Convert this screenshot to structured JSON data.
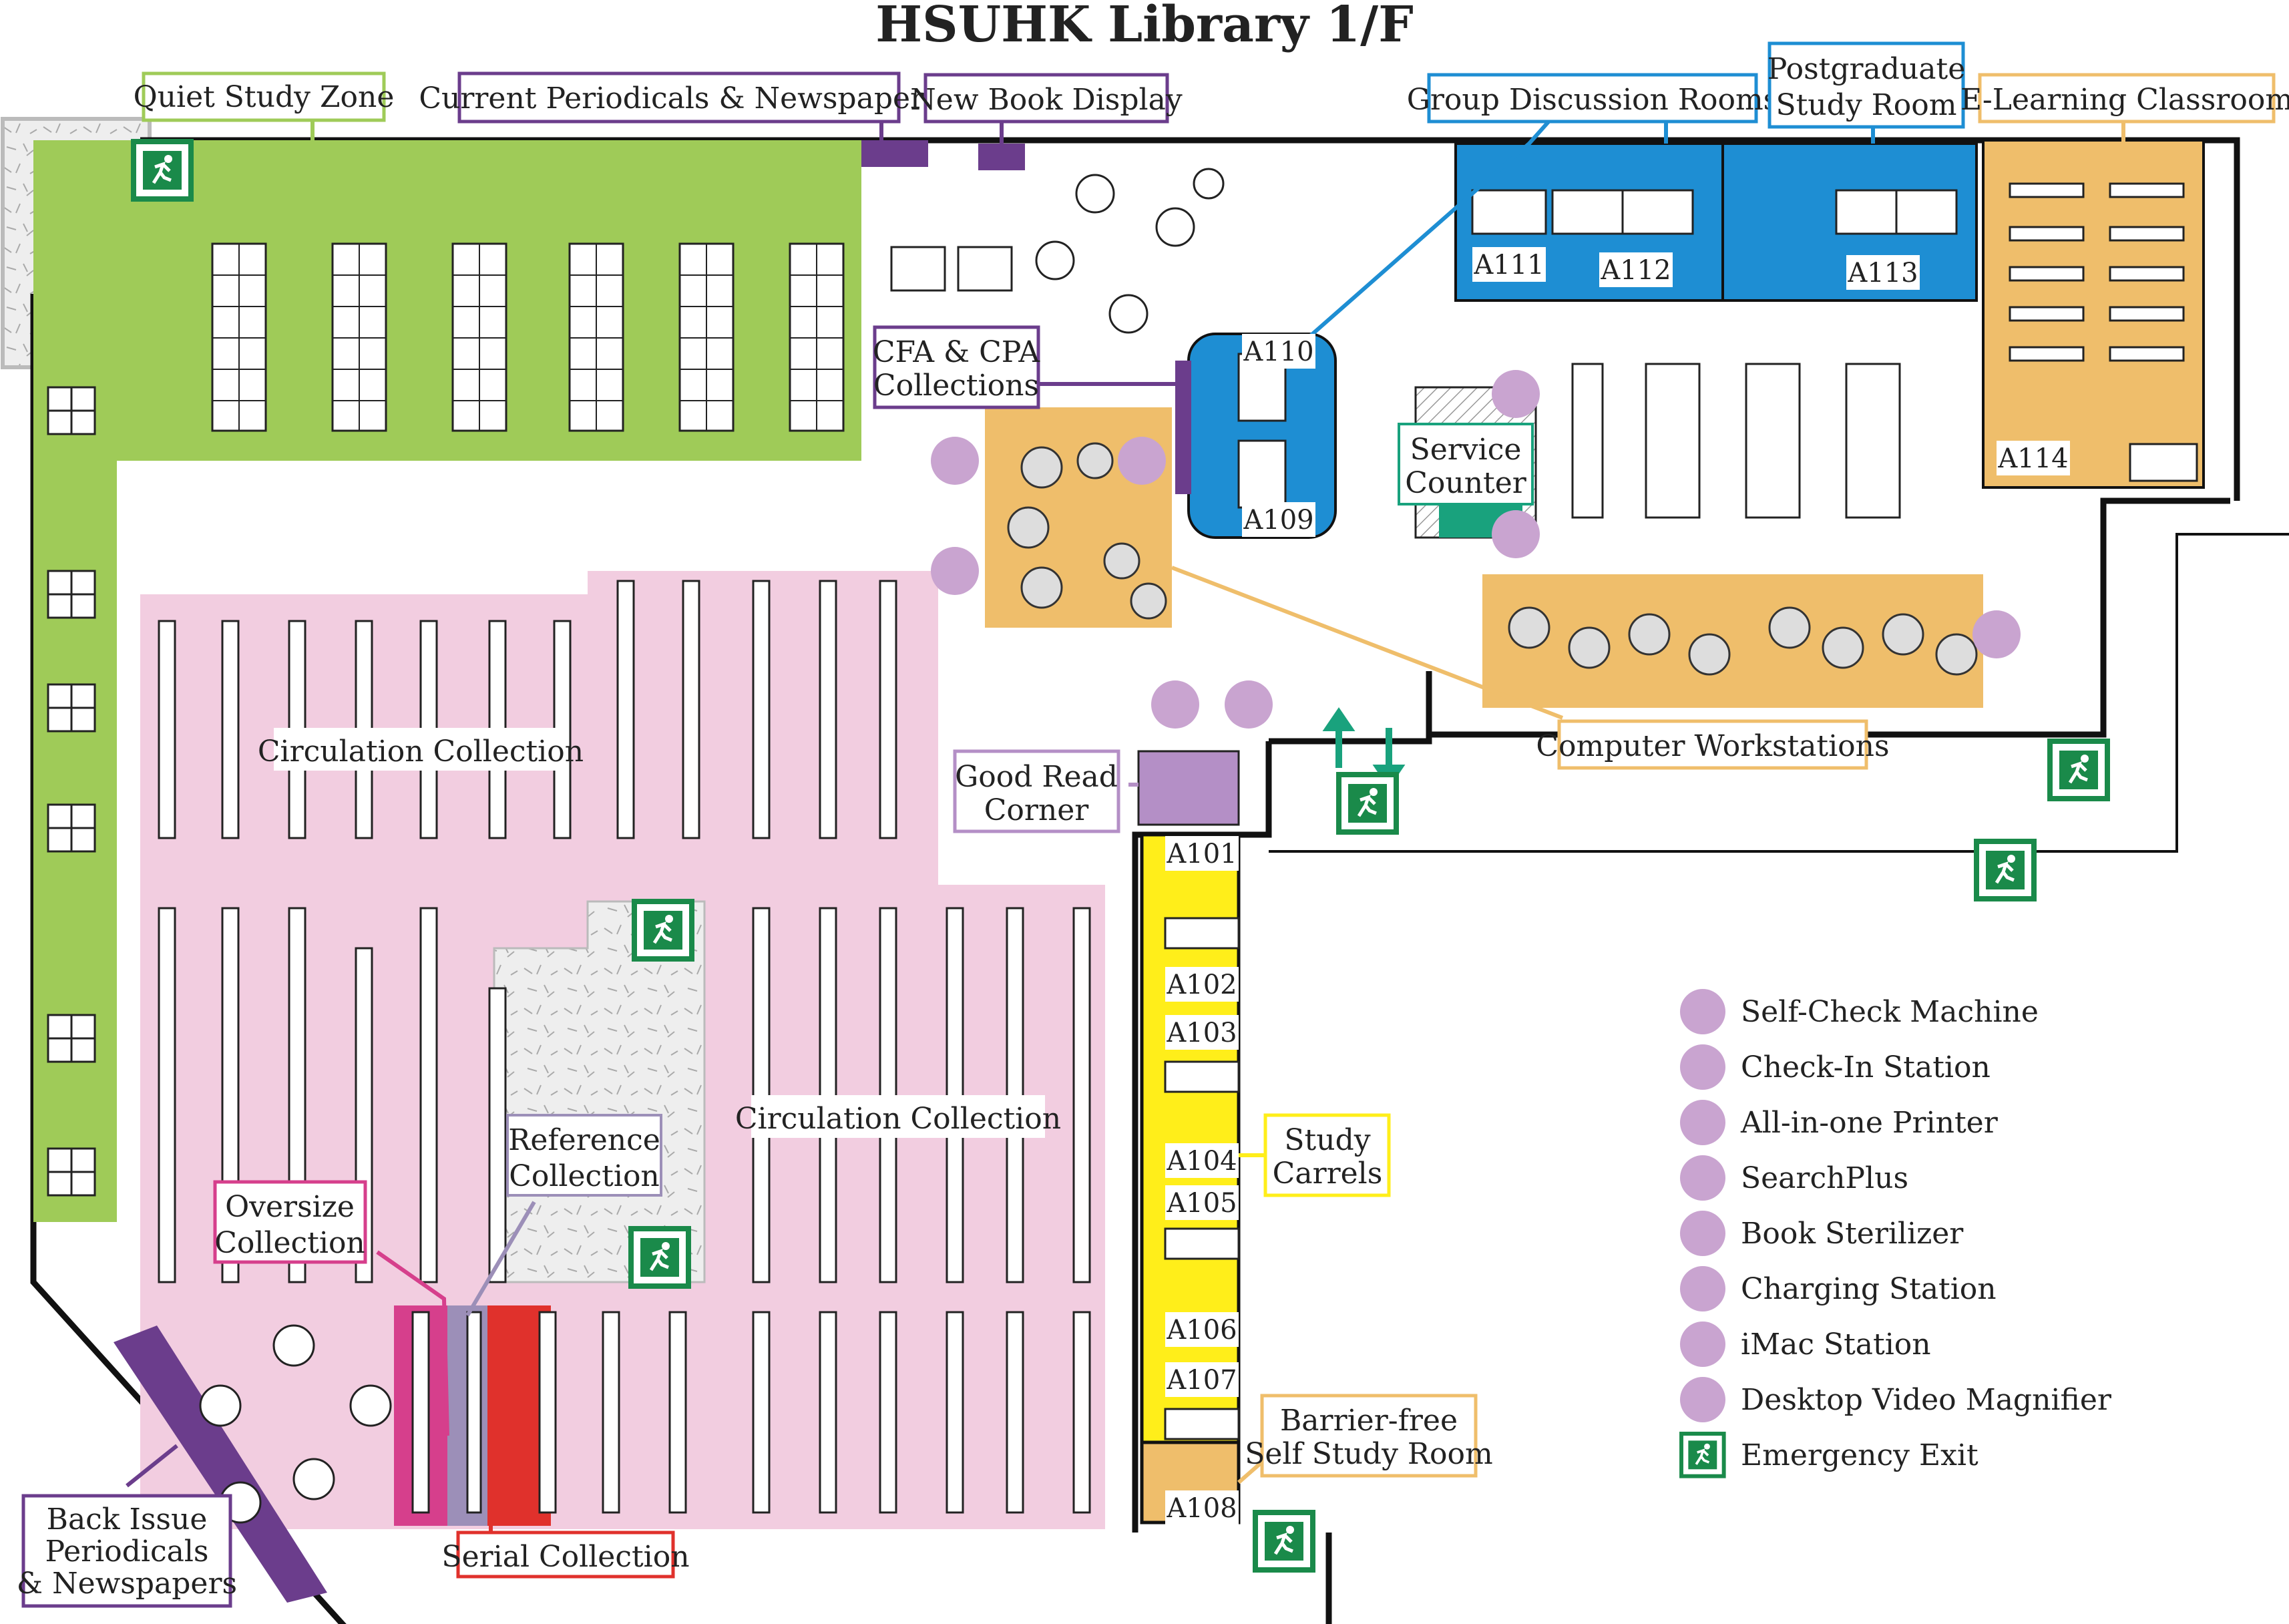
{
  "title": "HSUHK Library 1/F",
  "zones": {
    "quiet_study": "Quiet Study Zone",
    "current_periodicals": "Current Periodicals & Newspapers",
    "new_book_display": "New Book Display",
    "group_discussion": "Group Discussion Rooms",
    "postgraduate_line1": "Postgraduate",
    "postgraduate_line2": "Study Room",
    "elearning": "E-Learning Classroom",
    "cfa_line1": "CFA & CPA",
    "cfa_line2": "Collections",
    "service_line1": "Service",
    "service_line2": "Counter",
    "circulation_1": "Circulation Collection",
    "circulation_2": "Circulation Collection",
    "reference_line1": "Reference",
    "reference_line2": "Collection",
    "oversize_line1": "Oversize",
    "oversize_line2": "Collection",
    "serial": "Serial Collection",
    "back_issue_line1": "Back Issue",
    "back_issue_line2": "Periodicals",
    "back_issue_line3": "& Newspapers",
    "good_read_line1": "Good Read",
    "good_read_line2": "Corner",
    "computer_workstations": "Computer Workstations",
    "study_carrels_line1": "Study",
    "study_carrels_line2": "Carrels",
    "barrier_free_line1": "Barrier-free",
    "barrier_free_line2": "Self Study Room"
  },
  "rooms": {
    "A101": "A101",
    "A102": "A102",
    "A103": "A103",
    "A104": "A104",
    "A105": "A105",
    "A106": "A106",
    "A107": "A107",
    "A108": "A108",
    "A109": "A109",
    "A110": "A110",
    "A111": "A111",
    "A112": "A112",
    "A113": "A113",
    "A114": "A114"
  },
  "legend": [
    {
      "label": "Self-Check Machine",
      "icon": "self-check-machine-icon"
    },
    {
      "label": "Check-In Station",
      "icon": "check-in-station-icon"
    },
    {
      "label": "All-in-one Printer",
      "icon": "printer-icon"
    },
    {
      "label": "SearchPlus",
      "icon": "searchplus-icon"
    },
    {
      "label": "Book Sterilizer",
      "icon": "book-sterilizer-icon"
    },
    {
      "label": "Charging Station",
      "icon": "charging-station-icon"
    },
    {
      "label": "iMac Station",
      "icon": "imac-station-icon"
    },
    {
      "label": "Desktop Video Magnifier",
      "icon": "video-magnifier-icon"
    },
    {
      "label": "Emergency Exit",
      "icon": "emergency-exit-icon"
    }
  ],
  "colors": {
    "quiet_green": "#9fcb58",
    "circulation_pink": "#f2cde0",
    "discussion_blue": "#1e8ed3",
    "workstation_orange": "#efbe6b",
    "carrel_yellow": "#ffee1a",
    "periodical_purple": "#6b3d8c",
    "reference_purple": "#9c8fb8",
    "oversize_magenta": "#d63f8c",
    "serial_red": "#e0312c",
    "exit_green": "#1a8a4a",
    "icon_lilac": "#c9a4d0",
    "teal": "#19a27d"
  }
}
